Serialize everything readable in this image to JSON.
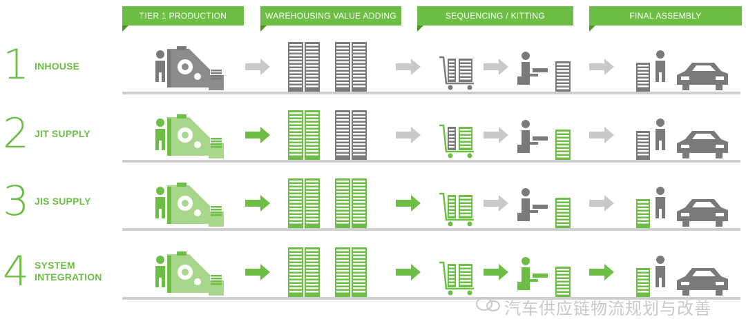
{
  "stages": [
    "TIER 1 PRODUCTION",
    "WAREHOUSING VALUE ADDING",
    "SEQUENCING / KITTING",
    "FINAL ASSEMBLY"
  ],
  "rows": [
    {
      "number": "1",
      "label": "INHOUSE"
    },
    {
      "number": "2",
      "label": "JIT SUPPLY"
    },
    {
      "number": "3",
      "label": "JIS SUPPLY"
    },
    {
      "number": "4",
      "label": "SYSTEM\nINTEGRATION"
    }
  ],
  "watermark": "汽车供应链物流规划与改善",
  "colors": {
    "green": "#6cbe45",
    "light_green": "#a8d68b",
    "gray": "#7a7a7a",
    "light_gray": "#c9c9c9"
  }
}
